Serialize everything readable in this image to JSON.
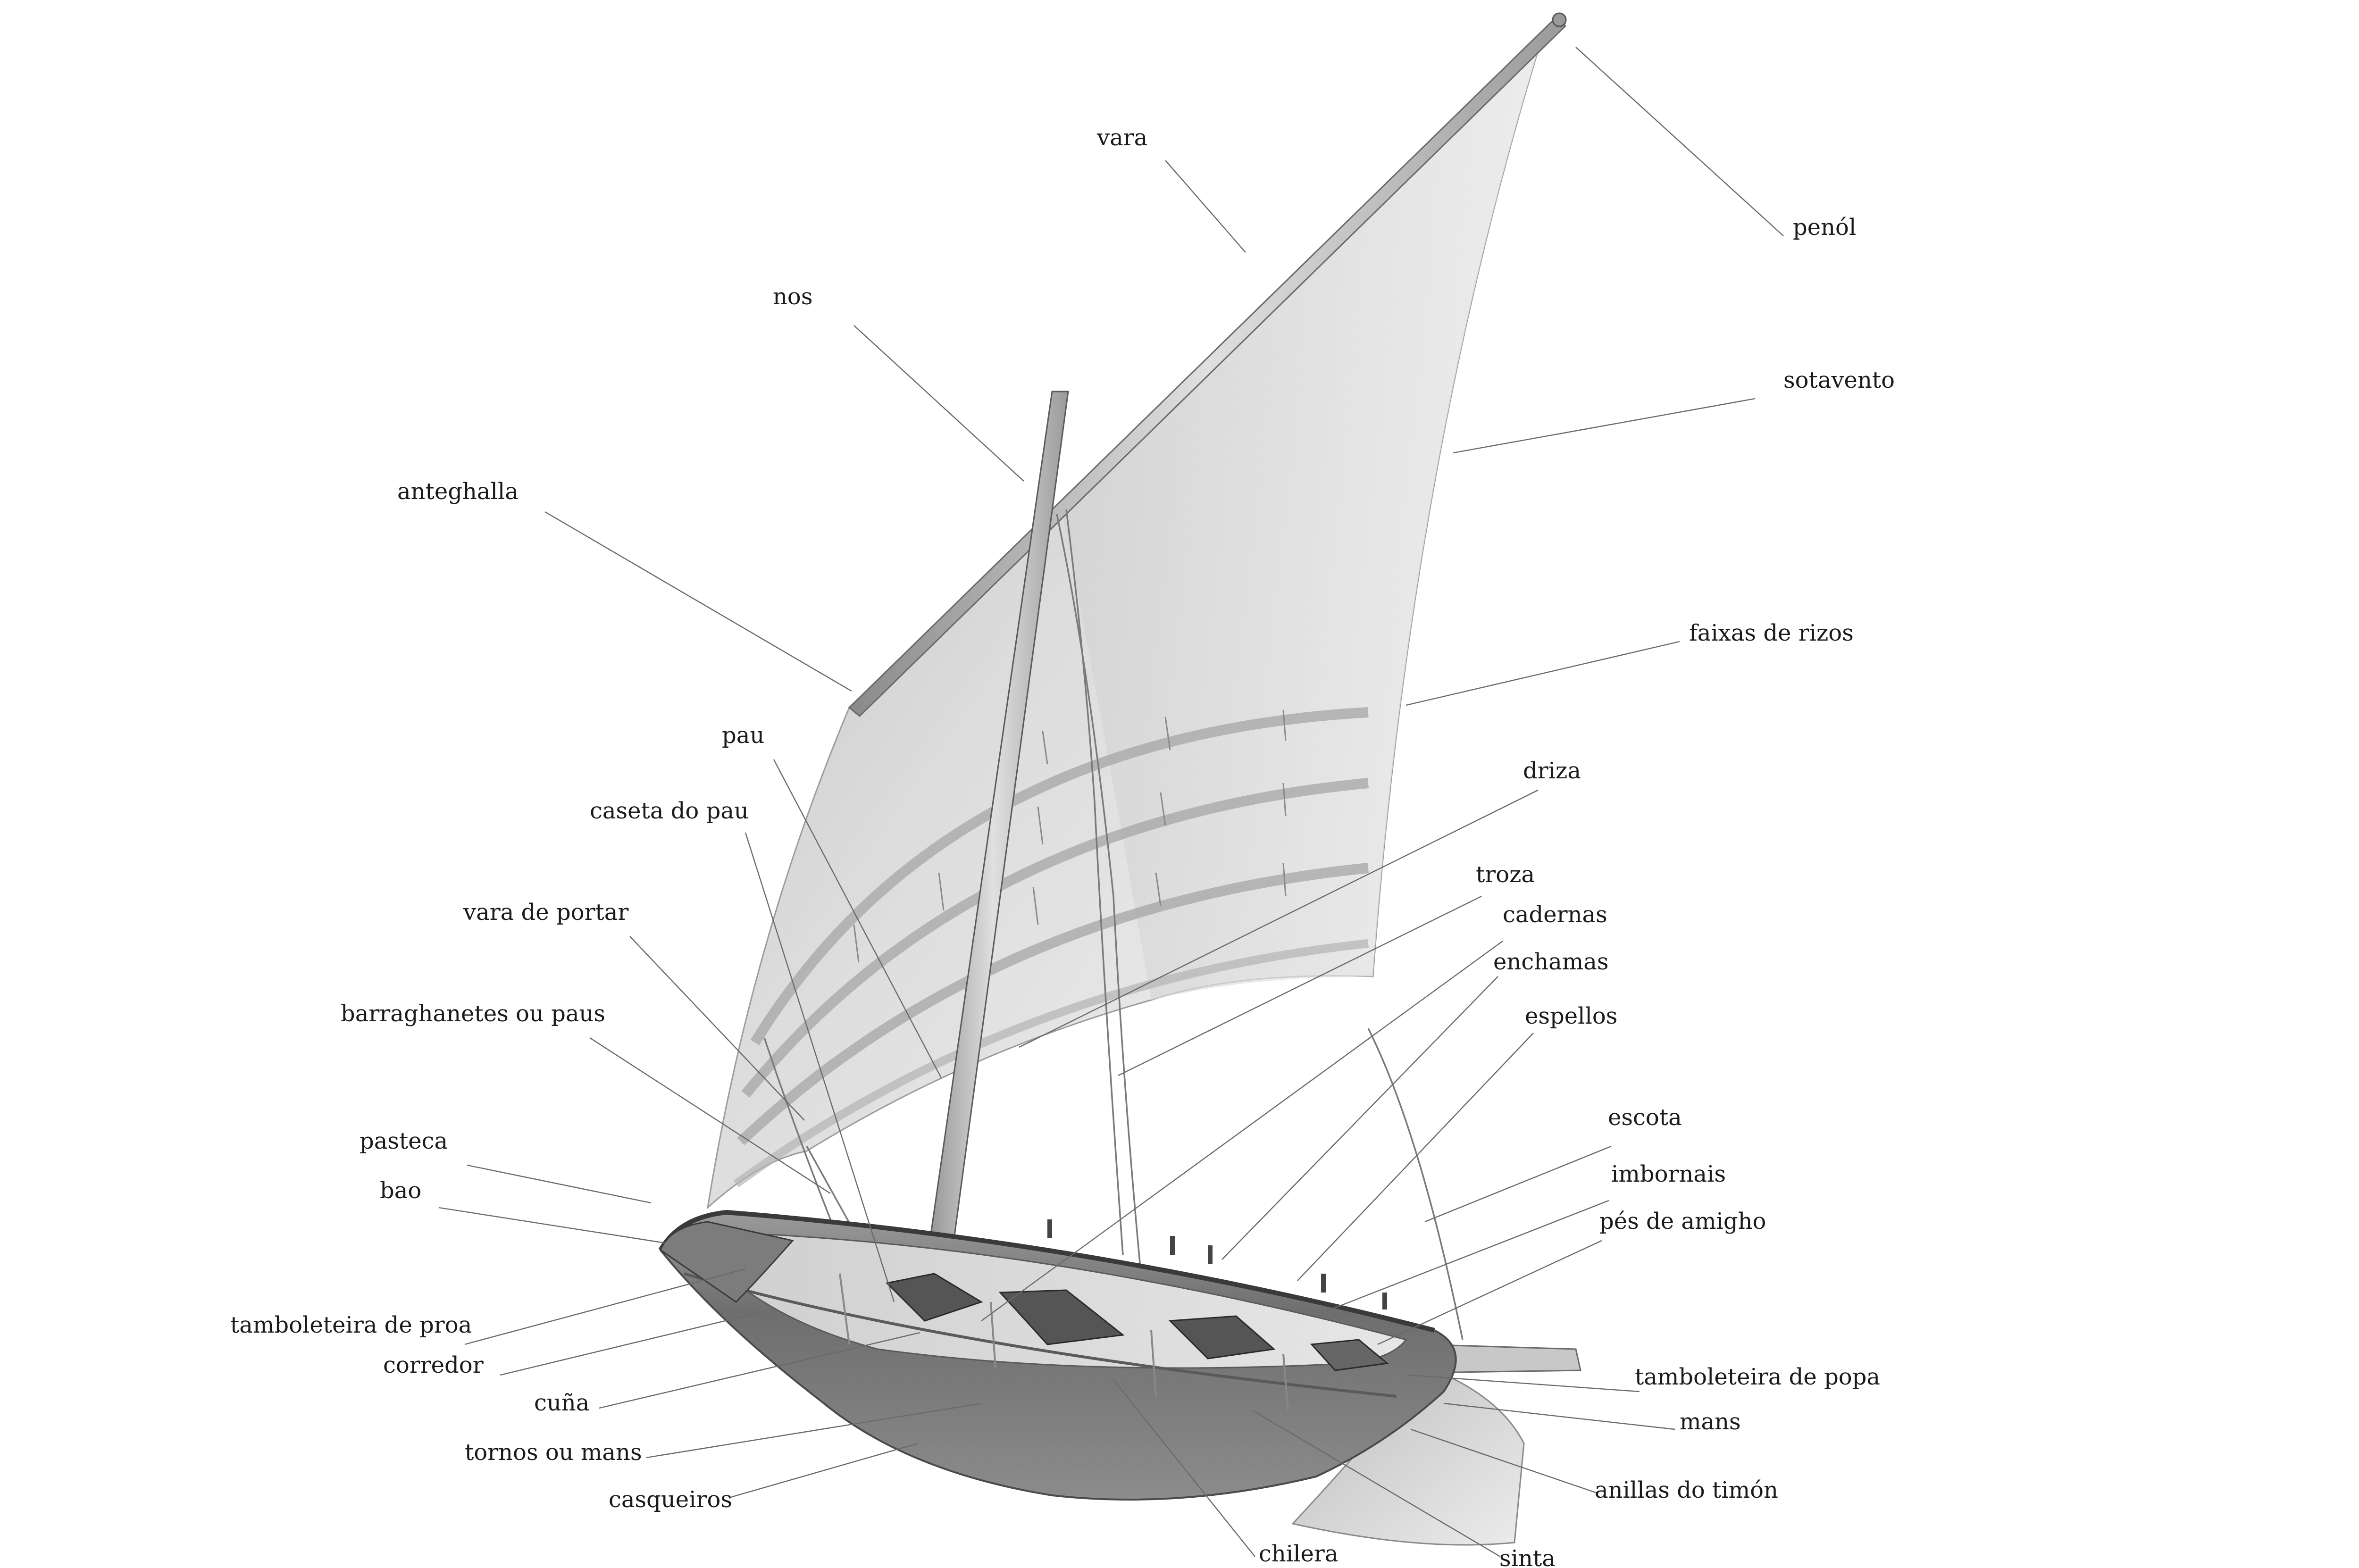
{
  "labels": {
    "vara": "vara",
    "penol": "penól",
    "nos": "nos",
    "sotavento": "sotavento",
    "anteghalla": "anteghalla",
    "faixas_de_rizos": "faixas de rizos",
    "pau": "pau",
    "driza": "driza",
    "caseta_do_pau": "caseta do pau",
    "troza": "troza",
    "cadernas": "cadernas",
    "vara_de_portar": "vara de portar",
    "enchamas": "enchamas",
    "espellos": "espellos",
    "barraghanetes": "barraghanetes ou paus",
    "escota": "escota",
    "pasteca": "pasteca",
    "imbornais": "imbornais",
    "bao": "bao",
    "pes_de_amigho": "pés de amigho",
    "tamboleteira_de_proa": "tamboleteira de proa",
    "corredor": "corredor",
    "tamboleteira_de_popa": "tamboleteira de popa",
    "cuna": "cuña",
    "mans": "mans",
    "tornos_ou_mans": "tornos ou mans",
    "casqueiros": "casqueiros",
    "anillas_do_timon": "anillas do timón",
    "chilera": "chilera",
    "sinta": "sinta"
  }
}
